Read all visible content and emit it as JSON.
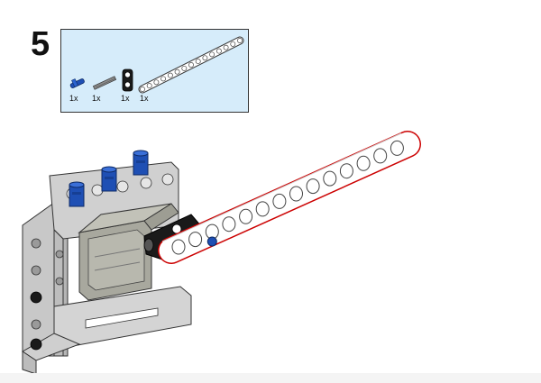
{
  "step": {
    "number": "5"
  },
  "parts": [
    {
      "icon": "blue-axle-pin-icon",
      "quantity": "1x"
    },
    {
      "icon": "grey-axle-icon",
      "quantity": "1x"
    },
    {
      "icon": "black-connector-icon",
      "quantity": "1x"
    },
    {
      "icon": "white-beam-15-icon",
      "quantity": "1x"
    }
  ],
  "colors": {
    "parts_box_bg": "#d6ecfa",
    "beam_white": "#ffffff",
    "beam_highlight": "#cc0000",
    "pin_blue": "#1e4fb4",
    "frame_grey": "#c8c8c8",
    "motor_grey": "#a5a59a",
    "connector_black": "#1a1a1a"
  }
}
